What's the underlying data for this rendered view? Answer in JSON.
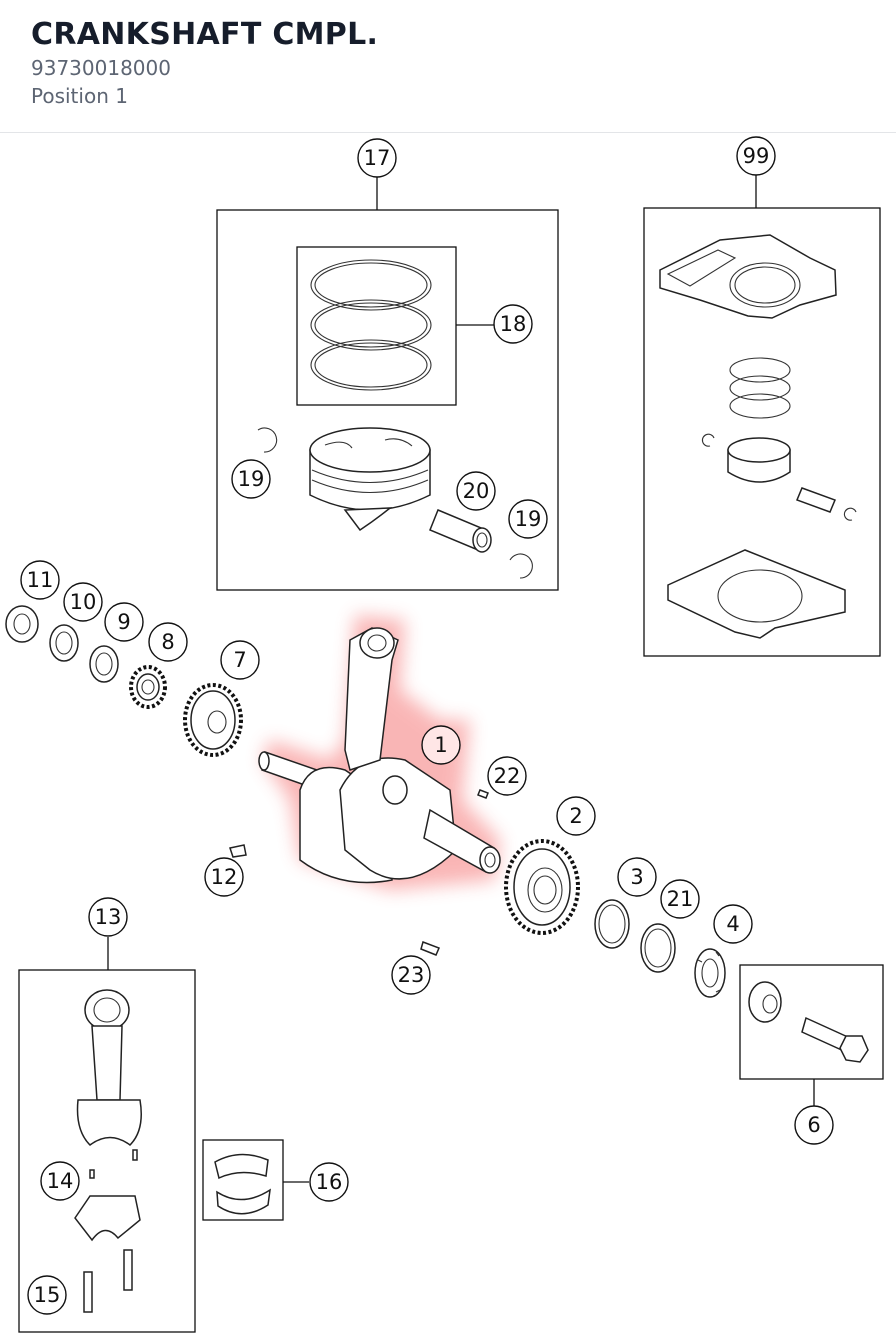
{
  "header": {
    "title": "CRANKSHAFT CMPL.",
    "part_number": "93730018000",
    "position": "Position 1"
  },
  "diagram": {
    "selected_position": "1",
    "highlight_color": "#f24a4a",
    "callouts": [
      {
        "key": "c1",
        "label": "1"
      },
      {
        "key": "c2",
        "label": "2"
      },
      {
        "key": "c3",
        "label": "3"
      },
      {
        "key": "c4",
        "label": "4"
      },
      {
        "key": "c6",
        "label": "6"
      },
      {
        "key": "c7",
        "label": "7"
      },
      {
        "key": "c8",
        "label": "8"
      },
      {
        "key": "c9",
        "label": "9"
      },
      {
        "key": "c10",
        "label": "10"
      },
      {
        "key": "c11",
        "label": "11"
      },
      {
        "key": "c12",
        "label": "12"
      },
      {
        "key": "c13",
        "label": "13"
      },
      {
        "key": "c14",
        "label": "14"
      },
      {
        "key": "c15",
        "label": "15"
      },
      {
        "key": "c16",
        "label": "16"
      },
      {
        "key": "c17",
        "label": "17"
      },
      {
        "key": "c18",
        "label": "18"
      },
      {
        "key": "c19a",
        "label": "19"
      },
      {
        "key": "c19b",
        "label": "19"
      },
      {
        "key": "c20",
        "label": "20"
      },
      {
        "key": "c21",
        "label": "21"
      },
      {
        "key": "c22",
        "label": "22"
      },
      {
        "key": "c23",
        "label": "23"
      },
      {
        "key": "c99",
        "label": "99"
      }
    ]
  }
}
